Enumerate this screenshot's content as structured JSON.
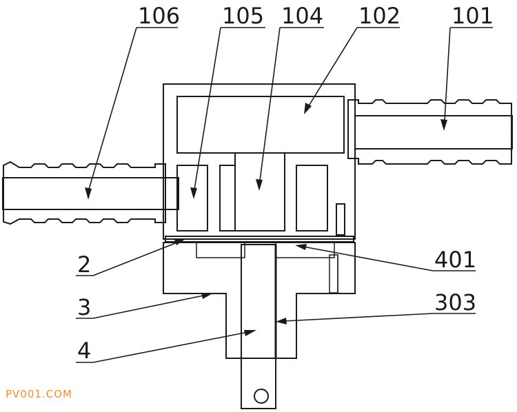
{
  "labels": {
    "l106": "106",
    "l105": "105",
    "l104": "104",
    "l102": "102",
    "l101": "101",
    "l2": "2",
    "l3": "3",
    "l4": "4",
    "l401": "401",
    "l303": "303"
  },
  "watermark": "PV001.COM",
  "colors": {
    "line": "#1a1a1a",
    "watermark": "#f28c28"
  }
}
